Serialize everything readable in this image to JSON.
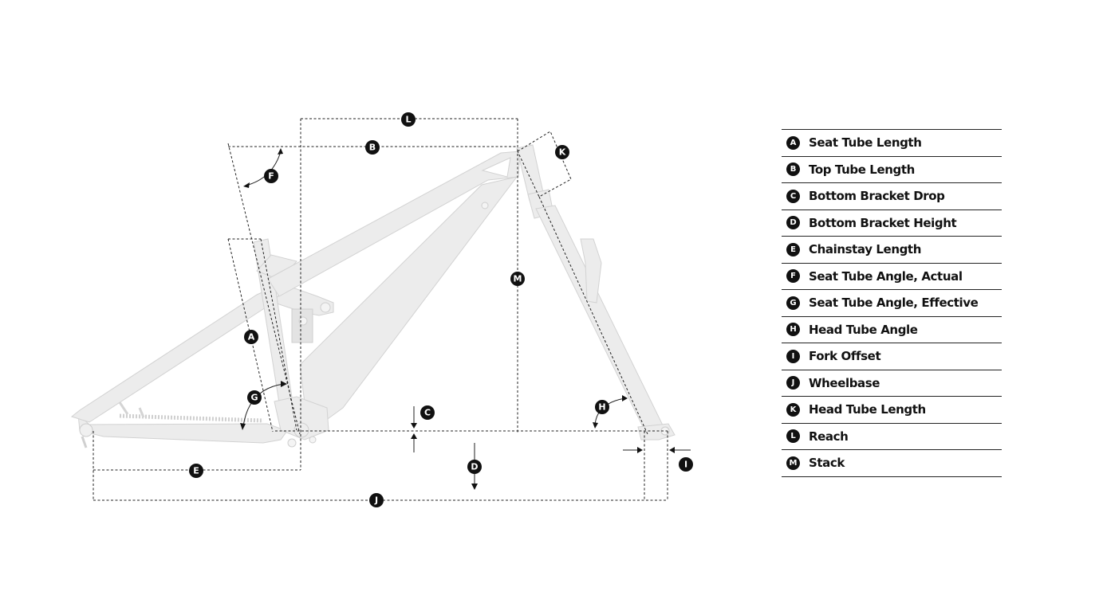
{
  "markers": {
    "a": "A",
    "b": "B",
    "c": "C",
    "d": "D",
    "e": "E",
    "f": "F",
    "g": "G",
    "h": "H",
    "i": "I",
    "j": "J",
    "k": "K",
    "l": "L",
    "m": "M"
  },
  "legend": [
    {
      "letter": "A",
      "label": "Seat Tube Length"
    },
    {
      "letter": "B",
      "label": "Top Tube Length"
    },
    {
      "letter": "C",
      "label": "Bottom Bracket Drop"
    },
    {
      "letter": "D",
      "label": "Bottom Bracket Height"
    },
    {
      "letter": "E",
      "label": "Chainstay Length"
    },
    {
      "letter": "F",
      "label": "Seat Tube Angle, Actual"
    },
    {
      "letter": "G",
      "label": "Seat Tube Angle, Effective"
    },
    {
      "letter": "H",
      "label": "Head Tube Angle"
    },
    {
      "letter": "I",
      "label": "Fork Offset"
    },
    {
      "letter": "J",
      "label": "Wheelbase"
    },
    {
      "letter": "K",
      "label": "Head Tube Length"
    },
    {
      "letter": "L",
      "label": "Reach"
    },
    {
      "letter": "M",
      "label": "Stack"
    }
  ],
  "colors": {
    "ink": "#111111",
    "frame": "#ececec",
    "frame_outline": "#d2d2d2",
    "background": "#ffffff"
  }
}
